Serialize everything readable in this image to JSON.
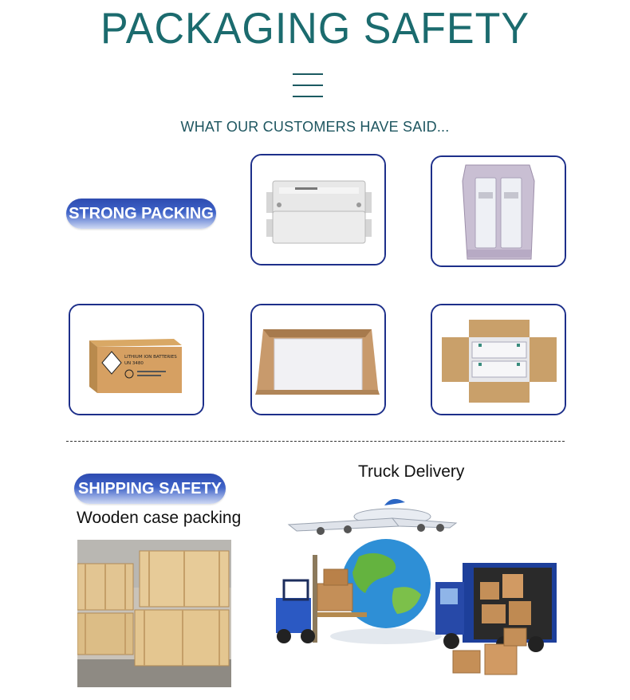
{
  "header": {
    "title": "PACKAGING SAFETY",
    "subtitle": "WHAT OUR CUSTOMERS HAVE SAID..."
  },
  "strong_packing": {
    "label": "STRONG PACKING",
    "images": [
      {
        "name": "battery-cell-image"
      },
      {
        "name": "foam-tray-image"
      },
      {
        "name": "lithium-battery-box-image"
      },
      {
        "name": "open-box-image"
      },
      {
        "name": "packed-cells-box-image"
      }
    ]
  },
  "box_label": {
    "line1": "LITHIUM ION BATTERIES",
    "line2": "UN 3480"
  },
  "shipping": {
    "label": "SHIPPING SAFETY",
    "wooden_caption": "Wooden case packing",
    "truck_caption": "Truck Delivery"
  },
  "colors": {
    "title": "#1b6b6e",
    "pill_blue": "#3f63c8",
    "card_border": "#1d2f8a"
  }
}
